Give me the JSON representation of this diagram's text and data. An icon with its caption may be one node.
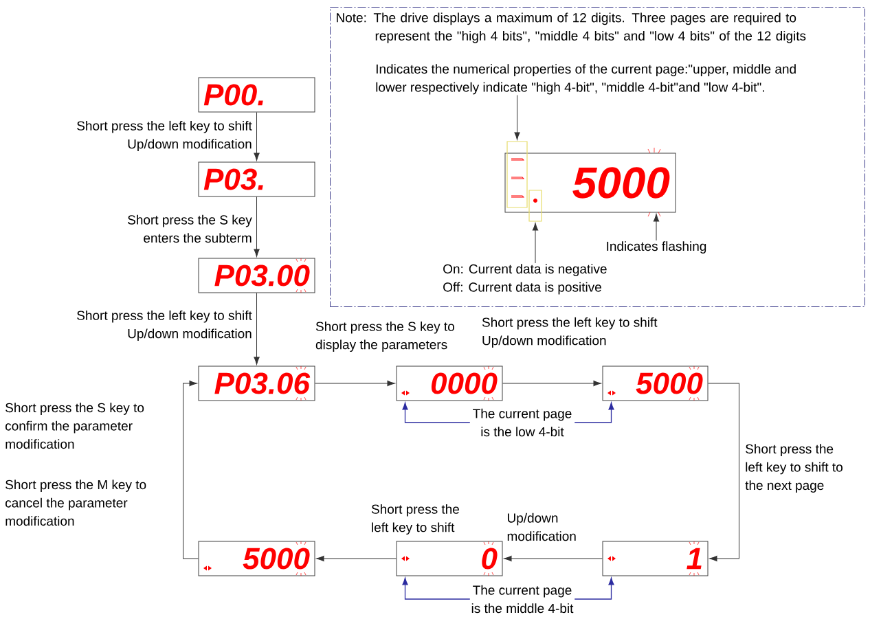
{
  "diagram": {
    "nodes": [
      {
        "text": [
          "P00."
        ]
      },
      {
        "text": [
          "P03."
        ]
      },
      {
        "text": [
          "P03.00"
        ]
      },
      {
        "text": [
          "P03.06"
        ]
      },
      {
        "text": [
          "0000"
        ]
      },
      {
        "text": [
          "5000"
        ]
      },
      {
        "text": [
          "1"
        ]
      },
      {
        "text": [
          "0"
        ]
      },
      {
        "text": [
          "5000"
        ]
      },
      {
        "text": [
          "Note: The drive displays a maximum of 12 digits. Three pages are required to represent the \"high 4 bits\", \"middle 4 bits\" and \"low 4 bits\" of the 12 digits"
        ]
      },
      {
        "text": [
          "Indicates the numerical properties of the current page:\"upper, middle and lower respectively indicate \"high 4-bit\", \"middle 4-bit\"and \"low 4-bit\"."
        ],
        "in": 9
      },
      {
        "text": [
          "5000"
        ],
        "in": 9
      },
      {
        "text": [],
        "shape": "box",
        "in": 9
      },
      {
        "text": [],
        "shape": "box",
        "in": 9
      },
      {
        "text": [
          "Indicates flashing"
        ],
        "in": 9
      },
      {
        "text": [
          "On: Current data is negative",
          "Off: Current data is positive"
        ],
        "in": 9
      },
      {
        "text": [
          "The current page is the low 4-bit"
        ]
      },
      {
        "text": [
          "The current page is the middle 4-bit"
        ]
      }
    ],
    "edges": [
      {
        "from": 0,
        "to": 1,
        "arrow": "to",
        "label": "Short press the left key to shift Up/down modification"
      },
      {
        "from": 1,
        "to": 2,
        "arrow": "to",
        "label": "Short press the S key enters the subterm"
      },
      {
        "from": 2,
        "to": 3,
        "arrow": "to",
        "label": "Short press the left key to shift Up/down modification"
      },
      {
        "from": 3,
        "to": 4,
        "arrow": "to",
        "label": "Short press the S key to display the parameters"
      },
      {
        "from": 4,
        "to": 5,
        "arrow": "to",
        "label": "Short press the left key to shift Up/down modification"
      },
      {
        "from": 5,
        "to": 6,
        "arrow": "to",
        "label": "Short press the left key to shift to the next page"
      },
      {
        "from": 6,
        "to": 7,
        "arrow": "to",
        "label": "Up/down modification"
      },
      {
        "from": 7,
        "to": 8,
        "arrow": "to",
        "label": "Short press the left key to shift"
      },
      {
        "from": 8,
        "to": 3,
        "arrow": "to",
        "label": "Short press the S key to confirm the parameter modification"
      },
      {
        "from": 16,
        "to": 4,
        "arrow": "to",
        "color": "#2b2ba0"
      },
      {
        "from": 16,
        "to": 5,
        "arrow": "to",
        "color": "#2b2ba0"
      },
      {
        "from": 17,
        "to": 7,
        "arrow": "to",
        "color": "#2b2ba0"
      },
      {
        "from": 17,
        "to": 6,
        "arrow": "to",
        "color": "#2b2ba0"
      },
      {
        "from": 10,
        "to": 12,
        "arrow": "to"
      },
      {
        "from": 15,
        "to": 13,
        "arrow": "to"
      },
      {
        "from": 14,
        "to": 11,
        "arrow": "to"
      }
    ],
    "labels": [
      "Short press the M key to cancel the parameter modification"
    ]
  }
}
